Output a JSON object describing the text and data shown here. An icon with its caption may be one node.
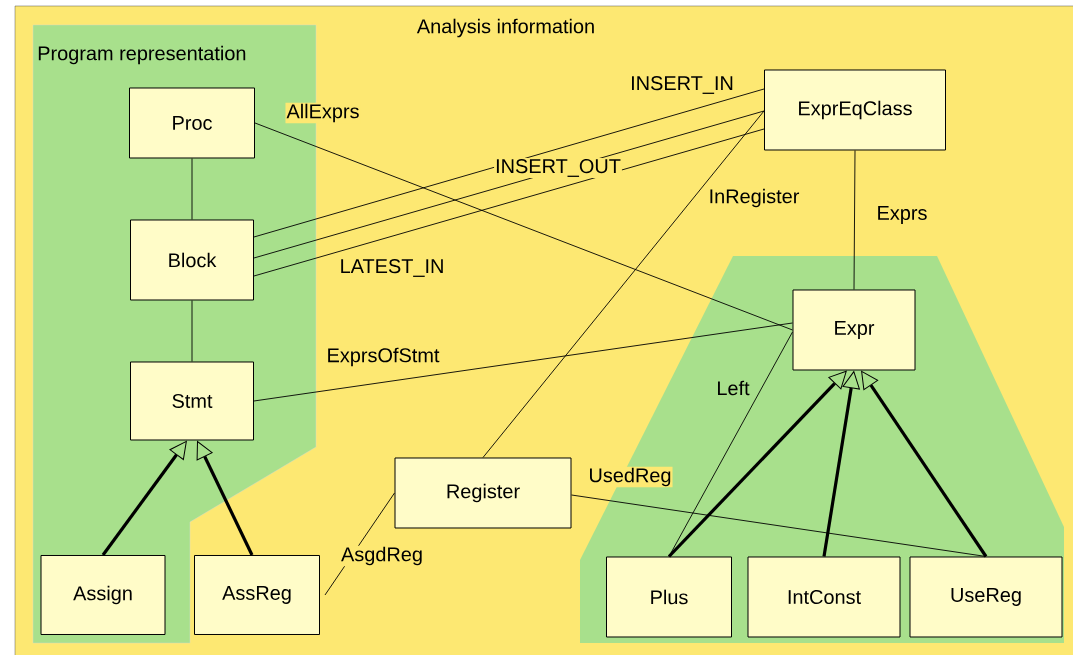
{
  "diagram": {
    "nodes": [
      {
        "text": [
          "Analysis information"
        ]
      },
      {
        "text": [
          "Program representation"
        ],
        "in": 0
      },
      {
        "text": [
          "Proc"
        ],
        "in": 1
      },
      {
        "text": [
          "Block"
        ],
        "in": 1
      },
      {
        "text": [
          "Stmt"
        ],
        "in": 1
      },
      {
        "text": [
          "Assign"
        ],
        "in": 1
      },
      {
        "text": [
          "AssReg"
        ],
        "in": 0
      },
      {
        "text": [
          "ExprEqClass"
        ],
        "in": 0
      },
      {
        "text": [
          "Register"
        ],
        "in": 0
      },
      {
        "text": [],
        "shape": "trapezoid",
        "in": 0
      },
      {
        "text": [
          "Expr"
        ],
        "in": 9
      },
      {
        "text": [
          "Plus"
        ],
        "in": 9
      },
      {
        "text": [
          "IntConst"
        ],
        "in": 9
      },
      {
        "text": [
          "UseReg"
        ],
        "in": 9
      }
    ],
    "edges": [
      {
        "from": 2,
        "to": 3,
        "arrow": "none"
      },
      {
        "from": 3,
        "to": 4,
        "arrow": "none"
      },
      {
        "from": 5,
        "to": 4,
        "arrow": "to",
        "style": "thick"
      },
      {
        "from": 6,
        "to": 4,
        "arrow": "to",
        "style": "thick"
      },
      {
        "from": 2,
        "to": 10,
        "arrow": "none",
        "label": "AllExprs"
      },
      {
        "from": 3,
        "to": 7,
        "arrow": "none",
        "label": "INSERT_IN"
      },
      {
        "from": 3,
        "to": 7,
        "arrow": "none",
        "label": "INSERT_OUT"
      },
      {
        "from": 3,
        "to": 7,
        "arrow": "none",
        "label": "LATEST_IN"
      },
      {
        "from": 8,
        "to": 7,
        "arrow": "none",
        "label": "InRegister"
      },
      {
        "from": 7,
        "to": 10,
        "arrow": "none",
        "label": "Exprs"
      },
      {
        "from": 4,
        "to": 10,
        "arrow": "none",
        "label": "ExprsOfStmt"
      },
      {
        "from": 11,
        "to": 10,
        "arrow": "none",
        "label": "Left"
      },
      {
        "from": 8,
        "to": 13,
        "arrow": "none",
        "label": "UsedReg"
      },
      {
        "from": 6,
        "to": 8,
        "arrow": "none",
        "label": "AsgdReg"
      },
      {
        "from": 11,
        "to": 10,
        "arrow": "to",
        "style": "thick"
      },
      {
        "from": 12,
        "to": 10,
        "arrow": "to",
        "style": "thick"
      },
      {
        "from": 13,
        "to": 10,
        "arrow": "to",
        "style": "thick"
      }
    ]
  }
}
